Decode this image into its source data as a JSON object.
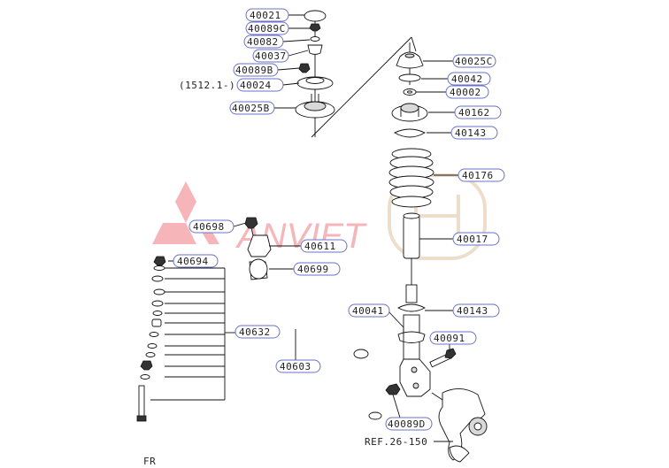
{
  "diagram": {
    "callouts": {
      "p40021": "40021",
      "p40089c": "40089C",
      "p40082": "40082",
      "p40037": "40037",
      "p40089b": "40089B",
      "p40024_ref": "(1512.1-)",
      "p40024": "40024",
      "p40025b": "40025B",
      "p40025c": "40025C",
      "p40042": "40042",
      "p40002": "40002",
      "p40162": "40162",
      "p40143_top": "40143",
      "p40176": "40176",
      "p40017": "40017",
      "p40698": "40698",
      "p40611": "40611",
      "p40694": "40694",
      "p40699": "40699",
      "p40041": "40041",
      "p40143_low": "40143",
      "p40091": "40091",
      "p40632": "40632",
      "p40603": "40603",
      "p40089d": "40089D",
      "ref_26_150": "REF.26-150"
    },
    "orientation": "FR",
    "watermark": {
      "text": "ANVIET",
      "accent_color": "#e8303a",
      "brand_color": "#c9a36a"
    },
    "line_color": "#111111",
    "callout_border_color": "#6a72c8"
  }
}
